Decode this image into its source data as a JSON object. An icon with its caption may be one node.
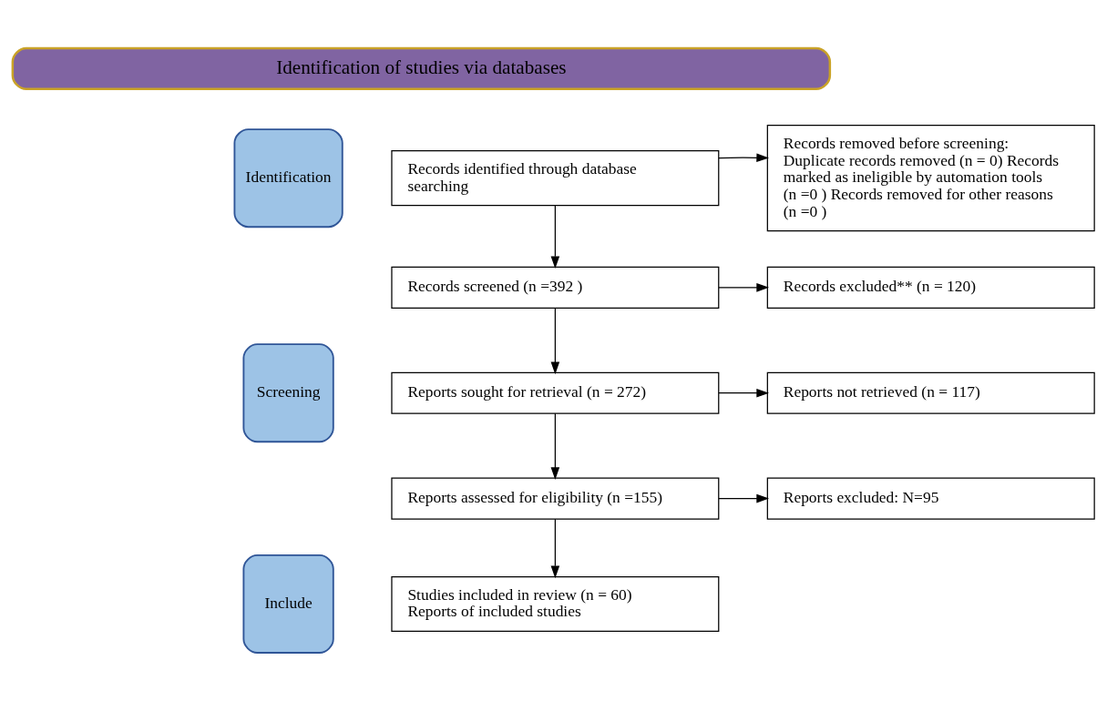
{
  "diagram": {
    "nodes": [
      {
        "text": [
          "Identification of studies via databases"
        ]
      },
      {
        "text": [
          "Identification"
        ]
      },
      {
        "text": [
          "Records identified through database searching"
        ]
      },
      {
        "text": [
          "Records removed before screening: Duplicate records removed (n = 0) Records marked as ineligible by automation tools (n =0 ) Records removed for other reasons (n =0 )"
        ]
      },
      {
        "text": [
          "Screening"
        ]
      },
      {
        "text": [
          "Records screened (n =392 )"
        ]
      },
      {
        "text": [
          "Records excluded** (n = 120)"
        ]
      },
      {
        "text": [
          "Reports sought for retrieval (n = 272)"
        ]
      },
      {
        "text": [
          "Reports not retrieved (n = 117)"
        ]
      },
      {
        "text": [
          "Reports assessed for eligibility (n =155)"
        ]
      },
      {
        "text": [
          "Reports excluded: N=95"
        ]
      },
      {
        "text": [
          "Include"
        ]
      },
      {
        "text": [
          "Studies included in review (n = 60) Reports of included studies"
        ]
      }
    ],
    "edges": [
      {
        "from": 2,
        "to": 3,
        "arrow": "to"
      },
      {
        "from": 2,
        "to": 5,
        "arrow": "to"
      },
      {
        "from": 5,
        "to": 6,
        "arrow": "to"
      },
      {
        "from": 5,
        "to": 7,
        "arrow": "to"
      },
      {
        "from": 7,
        "to": 8,
        "arrow": "to"
      },
      {
        "from": 7,
        "to": 9,
        "arrow": "to"
      },
      {
        "from": 9,
        "to": 10,
        "arrow": "to"
      },
      {
        "from": 9,
        "to": 12,
        "arrow": "to"
      }
    ]
  }
}
